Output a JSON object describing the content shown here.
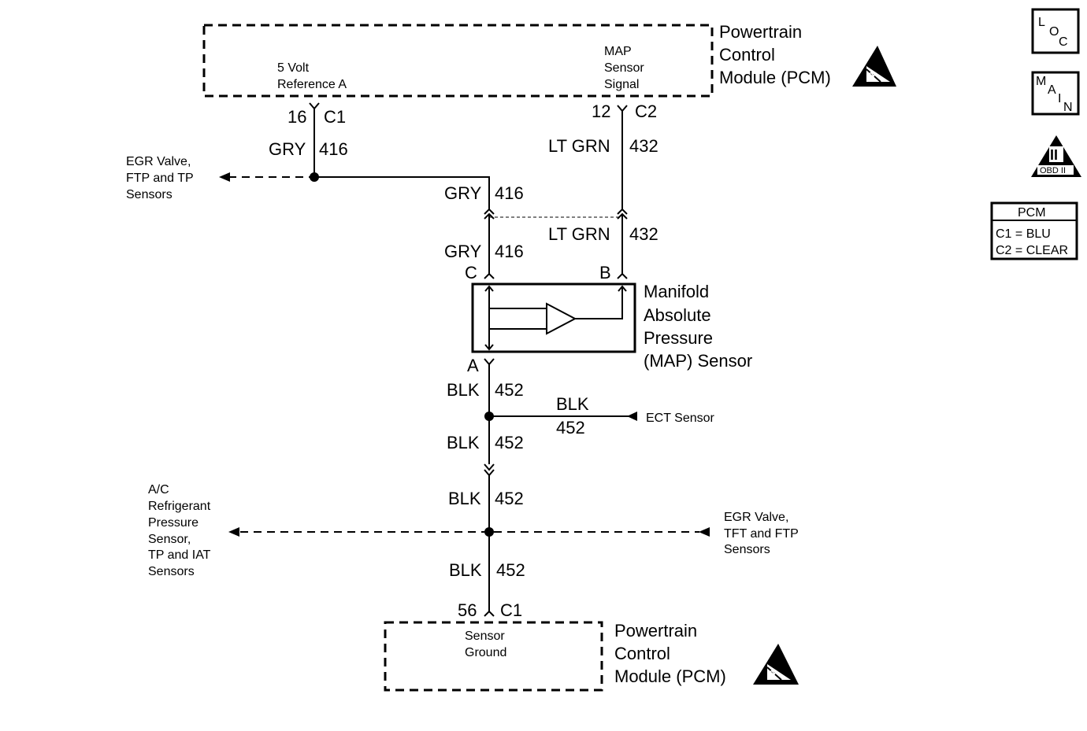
{
  "pcm_top": {
    "title_lines": [
      "Powertrain",
      "Control",
      "Module (PCM)"
    ],
    "pin_label_5v": [
      "5 Volt",
      "Reference A"
    ],
    "pin_label_map": [
      "MAP",
      "Sensor",
      "Signal"
    ],
    "pin_16": "16",
    "conn_c1": "C1",
    "pin_12": "12",
    "conn_c2": "C2"
  },
  "wires": {
    "gry": "GRY",
    "n416": "416",
    "ltgrn": "LT GRN",
    "n432": "432",
    "blk": "BLK",
    "n452": "452"
  },
  "branches": {
    "egr_ftp_tp": [
      "EGR Valve,",
      "FTP and TP",
      "Sensors"
    ],
    "ect": "ECT Sensor",
    "ac_refrig": [
      "A/C",
      "Refrigerant",
      "Pressure",
      "Sensor,",
      "TP and IAT",
      "Sensors"
    ],
    "egr_tft_ftp": [
      "EGR Valve,",
      "TFT and FTP",
      "Sensors"
    ]
  },
  "map_sensor": {
    "title_lines": [
      "Manifold",
      "Absolute",
      "Pressure",
      "(MAP) Sensor"
    ],
    "term_c": "C",
    "term_b": "B",
    "term_a": "A"
  },
  "pcm_bottom": {
    "title_lines": [
      "Powertrain",
      "Control",
      "Module (PCM)"
    ],
    "pin_label": [
      "Sensor",
      "Ground"
    ],
    "pin_56": "56",
    "conn_c1": "C1"
  },
  "legend": {
    "loc": [
      "L",
      "O",
      "C"
    ],
    "main": [
      "M",
      "A",
      "I",
      "N"
    ],
    "obd_numeral": "II",
    "obd_text": "OBD II",
    "pcm_header": "PCM",
    "pcm_rows": [
      "C1 = BLU",
      "C2 = CLEAR"
    ]
  }
}
